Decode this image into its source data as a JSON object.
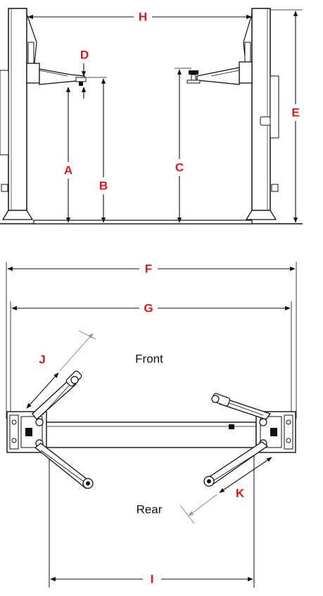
{
  "dimension_labels": {
    "A": "A",
    "B": "B",
    "C": "C",
    "D": "D",
    "E": "E",
    "F": "F",
    "G": "G",
    "H": "H",
    "I": "I",
    "J": "J",
    "K": "K"
  },
  "side_labels": {
    "front": "Front",
    "rear": "Rear"
  },
  "colors": {
    "label_red": "#e4161b",
    "line_black": "#111111",
    "dim_grey": "#9a9a9a"
  }
}
